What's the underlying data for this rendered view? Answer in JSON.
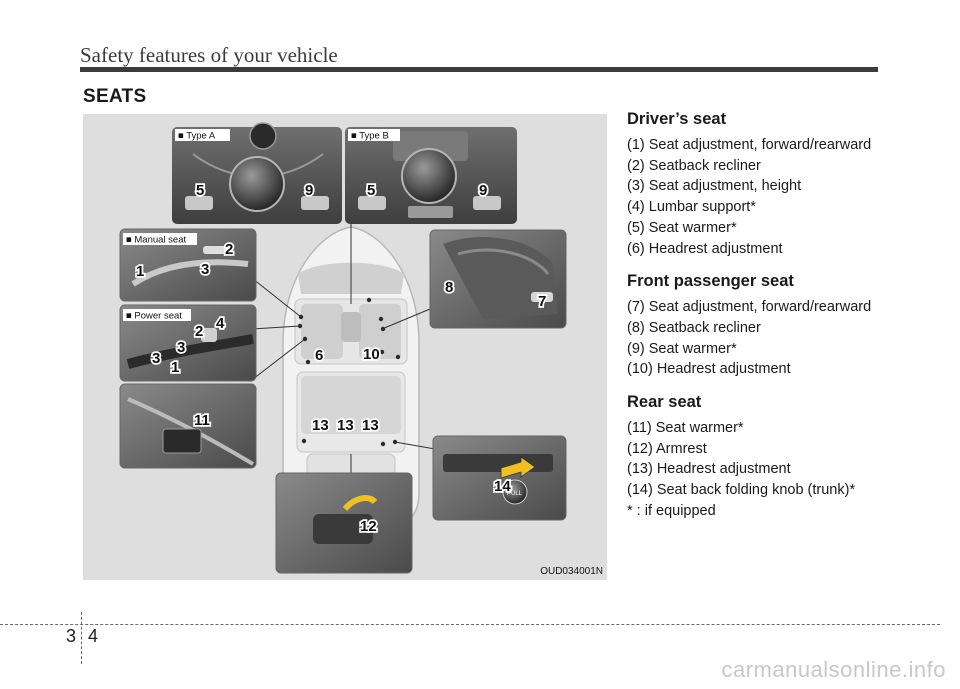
{
  "header": {
    "title": "Safety features of your vehicle"
  },
  "section_title": "SEATS",
  "figure": {
    "code": "OUD034001N",
    "labels": {
      "type_a": "■ Type A",
      "type_b": "■ Type B",
      "manual_seat": "■ Manual seat",
      "power_seat": "■ Power seat"
    },
    "callouts": {
      "type_a_left": "5",
      "type_a_right": "9",
      "type_b_left": "5",
      "type_b_right": "9",
      "manual_1": "1",
      "manual_2": "2",
      "manual_3": "3",
      "power_1": "1",
      "power_2": "2",
      "power_3a": "3",
      "power_3b": "3",
      "power_4": "4",
      "passenger_7": "7",
      "passenger_8": "8",
      "car_6": "6",
      "car_10": "10",
      "rear_11": "11",
      "rear_12": "12",
      "rear_13a": "13",
      "rear_13b": "13",
      "rear_13c": "13",
      "trunk_14": "14",
      "knob_text": "PULL"
    }
  },
  "groups": [
    {
      "title": "Driver’s seat",
      "items": [
        "(1) Seat adjustment, forward/rearward",
        "(2) Seatback recliner",
        "(3) Seat adjustment, height",
        "(4) Lumbar support*",
        "(5) Seat warmer*",
        "(6) Headrest adjustment"
      ]
    },
    {
      "title": "Front passenger seat",
      "items": [
        "(7) Seat adjustment, forward/rearward",
        "(8) Seatback recliner",
        "(9) Seat warmer*",
        "(10) Headrest adjustment"
      ]
    },
    {
      "title": "Rear seat",
      "items": [
        "(11) Seat warmer*",
        "(12) Armrest",
        "(13) Headrest adjustment",
        "(14) Seat back folding knob (trunk)*",
        "* : if equipped"
      ]
    }
  ],
  "footer": {
    "chapter": "3",
    "page": "4",
    "watermark": "carmanualsonline.info"
  }
}
